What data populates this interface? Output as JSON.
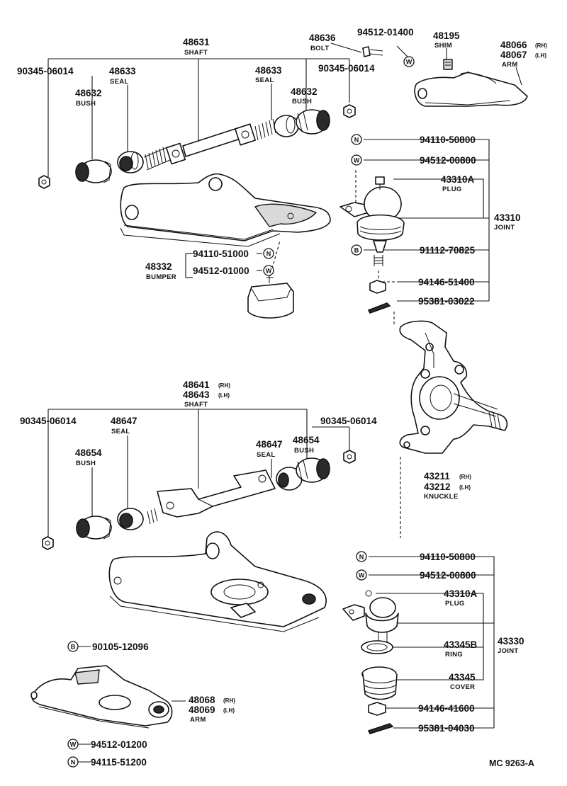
{
  "parts": {
    "p48631": {
      "number": "48631",
      "name": "SHAFT"
    },
    "p90345_a": {
      "number": "90345-06014"
    },
    "p48633_a": {
      "number": "48633",
      "name": "SEAL"
    },
    "p48632_a": {
      "number": "48632",
      "name": "BUSH"
    },
    "p48633_b": {
      "number": "48633",
      "name": "SEAL"
    },
    "p48632_b": {
      "number": "48632",
      "name": "BUSH"
    },
    "p90345_b": {
      "number": "90345-06014"
    },
    "p48636": {
      "number": "48636",
      "name": "BOLT"
    },
    "p94512_01400": {
      "number": "94512-01400"
    },
    "p48195": {
      "number": "48195",
      "name": "SHIM"
    },
    "p48066": {
      "number": "48066",
      "suffix": "(RH)"
    },
    "p48067": {
      "number": "48067",
      "suffix": "(LH)",
      "name": "ARM"
    },
    "p94110_50800_a": {
      "number": "94110-50800"
    },
    "p94512_00800_a": {
      "number": "94512-00800"
    },
    "p43310A_a": {
      "number": "43310A",
      "name": "PLUG"
    },
    "p43310": {
      "number": "43310",
      "name": "JOINT"
    },
    "p91112": {
      "number": "91112-70825"
    },
    "p94146_51400": {
      "number": "94146-51400"
    },
    "p95381_03022": {
      "number": "95381-03022"
    },
    "p48332": {
      "number": "48332",
      "name": "BUMPER"
    },
    "p94110_51000": {
      "number": "94110-51000"
    },
    "p94512_01000": {
      "number": "94512-01000"
    },
    "p48641": {
      "number": "48641",
      "suffix": "(RH)"
    },
    "p48643": {
      "number": "48643",
      "suffix": "(LH)",
      "name": "SHAFT"
    },
    "p90345_c": {
      "number": "90345-06014"
    },
    "p48647_a": {
      "number": "48647",
      "name": "SEAL"
    },
    "p48654_a": {
      "number": "48654",
      "name": "BUSH"
    },
    "p48647_b": {
      "number": "48647",
      "name": "SEAL"
    },
    "p48654_b": {
      "number": "48654",
      "name": "BUSH"
    },
    "p90345_d": {
      "number": "90345-06014"
    },
    "p43211": {
      "number": "43211",
      "suffix": "(RH)"
    },
    "p43212": {
      "number": "43212",
      "suffix": "(LH)",
      "name": "KNUCKLE"
    },
    "p94110_50800_b": {
      "number": "94110-50800"
    },
    "p94512_00800_b": {
      "number": "94512-00800"
    },
    "p43310A_b": {
      "number": "43310A",
      "name": "PLUG"
    },
    "p43330": {
      "number": "43330",
      "name": "JOINT"
    },
    "p43345B": {
      "number": "43345B",
      "name": "RING"
    },
    "p43345": {
      "number": "43345",
      "name": "COVER"
    },
    "p94146_41600": {
      "number": "94146-41600"
    },
    "p95381_04030": {
      "number": "95381-04030"
    },
    "p90105": {
      "number": "90105-12096"
    },
    "p48068": {
      "number": "48068",
      "suffix": "(RH)"
    },
    "p48069": {
      "number": "48069",
      "suffix": "(LH)",
      "name": "ARM"
    },
    "p94512_01200": {
      "number": "94512-01200"
    },
    "p94115_51200": {
      "number": "94115-51200"
    }
  },
  "symbols": {
    "nut": "N",
    "washer": "W",
    "bolt": "B"
  },
  "diagram_code": "MC  9263-A"
}
